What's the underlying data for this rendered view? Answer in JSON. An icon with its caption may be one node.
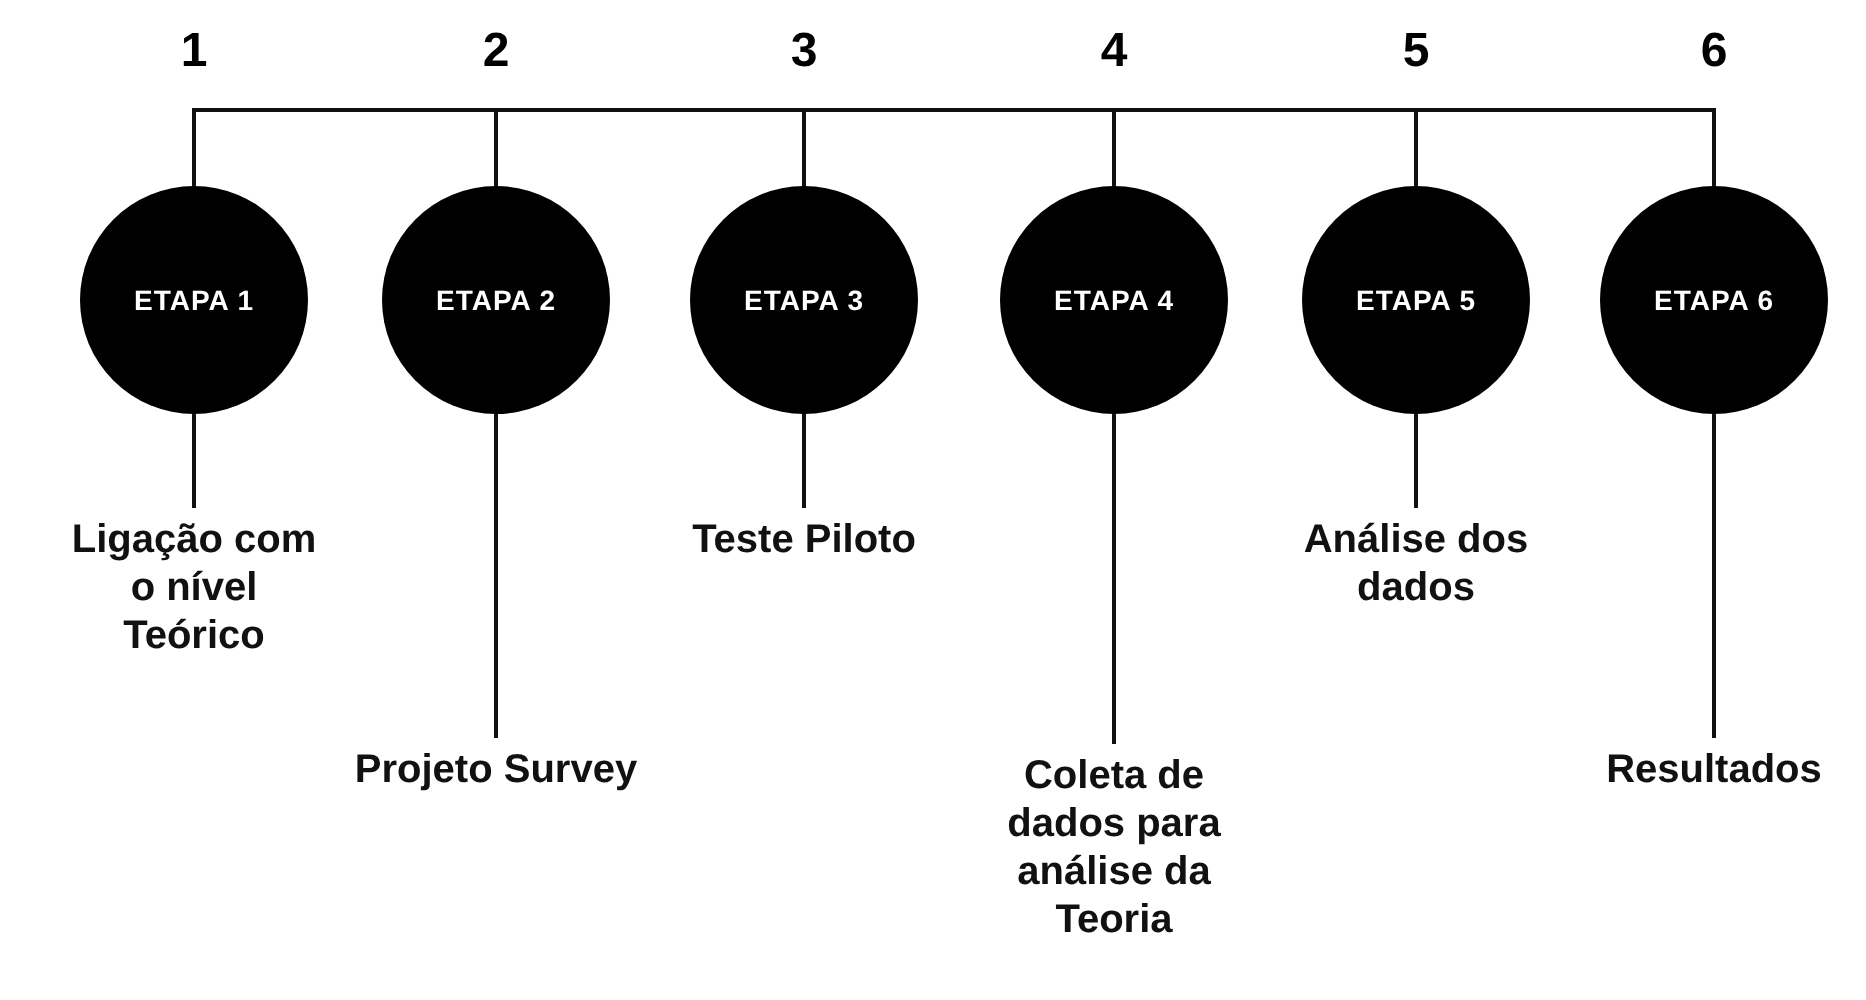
{
  "diagram": {
    "nodes": [
      {
        "text": [
          "ETAPA 1"
        ]
      },
      {
        "text": [
          "ETAPA 2"
        ]
      },
      {
        "text": [
          "ETAPA 3"
        ]
      },
      {
        "text": [
          "ETAPA 4"
        ]
      },
      {
        "text": [
          "ETAPA 5"
        ]
      },
      {
        "text": [
          "ETAPA 6"
        ]
      },
      {
        "text": [
          "Ligação com o nível Teórico"
        ]
      },
      {
        "text": [
          "Projeto Survey"
        ]
      },
      {
        "text": [
          "Teste Piloto"
        ]
      },
      {
        "text": [
          "Coleta de dados para análise da Teoria"
        ]
      },
      {
        "text": [
          "Análise dos dados"
        ]
      },
      {
        "text": [
          "Resultados"
        ]
      }
    ],
    "edges": [
      {
        "from": 0,
        "to": 6,
        "arrow": "none"
      },
      {
        "from": 1,
        "to": 7,
        "arrow": "none"
      },
      {
        "from": 2,
        "to": 8,
        "arrow": "none"
      },
      {
        "from": 3,
        "to": 9,
        "arrow": "none"
      },
      {
        "from": 4,
        "to": 10,
        "arrow": "none"
      },
      {
        "from": 5,
        "to": 11,
        "arrow": "none"
      }
    ],
    "labels": [
      "1",
      "2",
      "3",
      "4",
      "5",
      "6"
    ]
  }
}
